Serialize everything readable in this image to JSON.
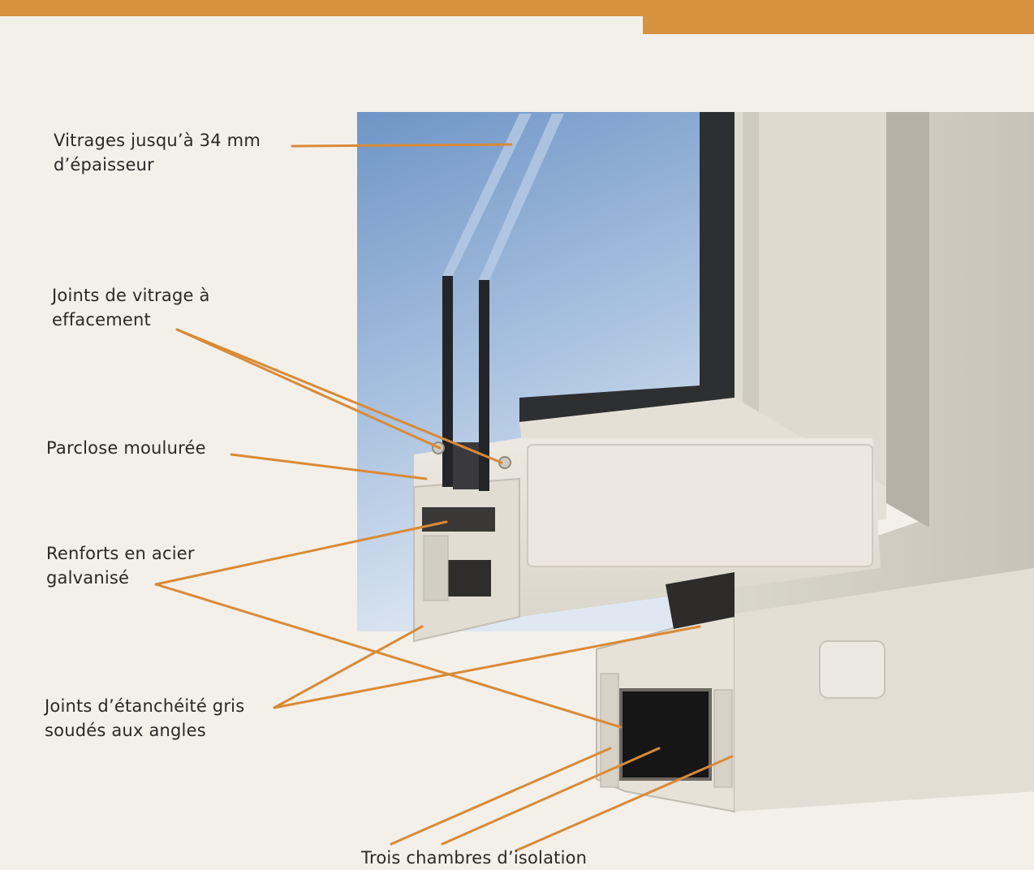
{
  "colors": {
    "accent": "#d8913f",
    "leader": "#d98a35",
    "background": "#f3f0ea",
    "pvc": "#e9e6dc",
    "glass": "#8fb0d6",
    "text": "#2b2826"
  },
  "labels": {
    "vitrages": {
      "line1": "Vitrages jusqu’à 34 mm",
      "line2": "d’épaisseur"
    },
    "joints_vitrage": {
      "line1": "Joints de vitrage à",
      "line2": "effacement"
    },
    "parclose": {
      "line1": "Parclose moulurée"
    },
    "renforts": {
      "line1": "Renforts en acier",
      "line2": "galvanisé"
    },
    "joints_etancheite": {
      "line1": "Joints d’étanchéité gris",
      "line2": "soudés aux angles"
    },
    "chambres": {
      "line1": "Trois chambres d’isolation"
    }
  }
}
